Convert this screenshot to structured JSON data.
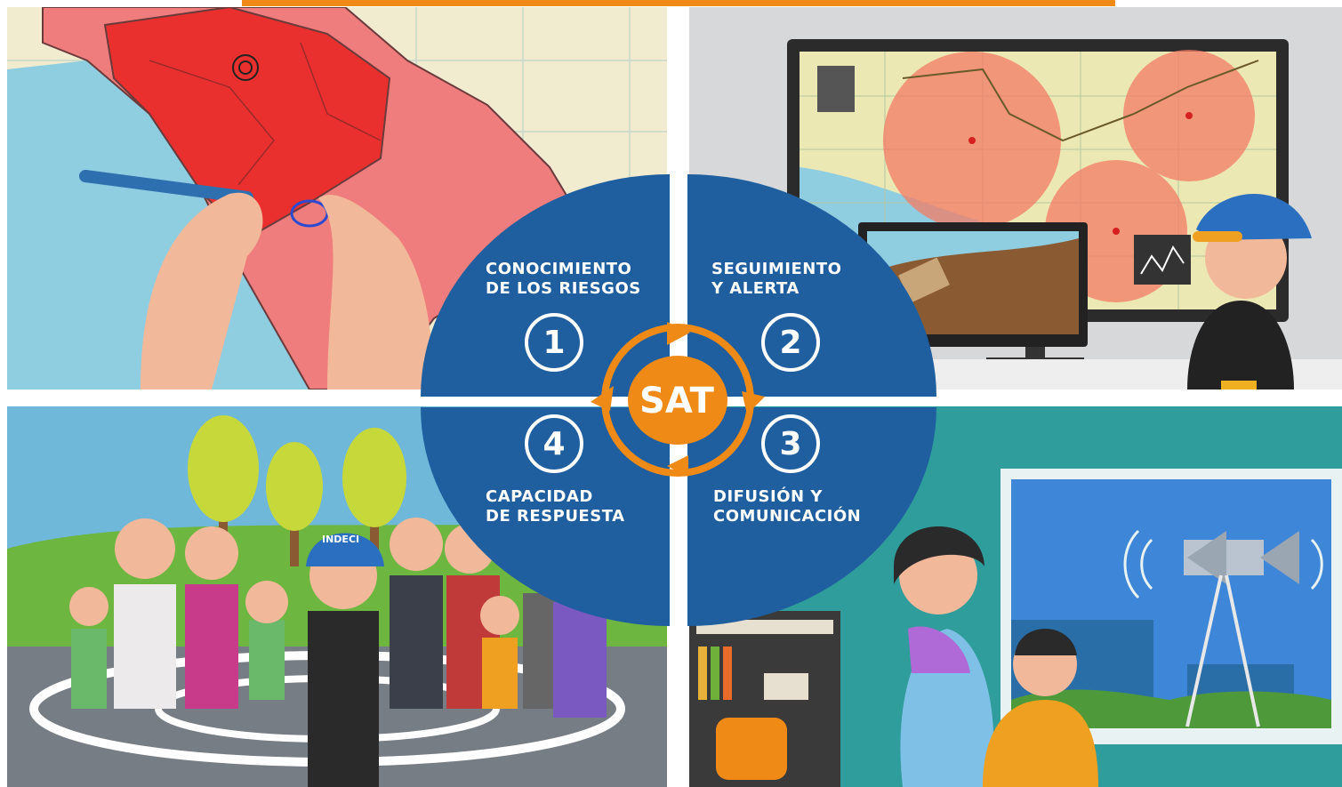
{
  "center": {
    "acronym": "SAT"
  },
  "steps": [
    {
      "number": "1",
      "label": "CONOCIMIENTO\nDE LOS RIESGOS"
    },
    {
      "number": "2",
      "label": "SEGUIMIENTO\nY ALERTA"
    },
    {
      "number": "3",
      "label": "DIFUSIÓN Y\nCOMUNICACIÓN"
    },
    {
      "number": "4",
      "label": "CAPACIDAD\nDE RESPUESTA"
    }
  ],
  "badge": {
    "text": "INDECI"
  },
  "colors": {
    "accent_orange": "#ef8a16",
    "circle_blue": "#1f5f9f",
    "map_red": "#e94a4a",
    "teal_wall": "#2f9d9b"
  }
}
